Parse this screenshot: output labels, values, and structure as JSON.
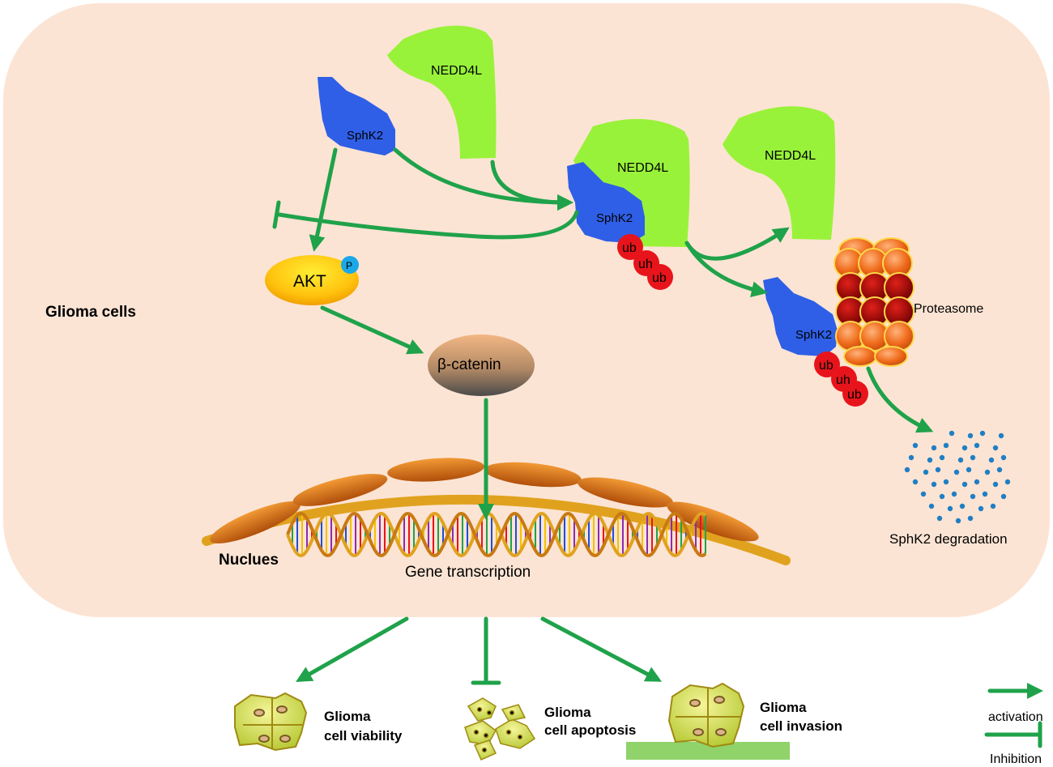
{
  "labels": {
    "glioma_cells": "Glioma cells",
    "nedd4l_top": "NEDD4L",
    "nedd4l_complex": "NEDD4L",
    "nedd4l_released": "NEDD4L",
    "sphk2_free": "SphK2",
    "sphk2_complex": "SphK2",
    "sphk2_proteasome": "SphK2",
    "akt": "AKT",
    "phospho": "P",
    "beta_catenin": "β-catenin",
    "proteasome": "Proteasome",
    "sphk2_degradation": "SphK2 degradation",
    "nucleus": "Nuclues",
    "gene_transcription": "Gene transcription",
    "ub_1": "ub",
    "ub_2": "uh",
    "ub_3": "ub",
    "ub_4": "ub",
    "ub_5": "uh",
    "ub_6": "ub",
    "outcome_viability_1": "Glioma",
    "outcome_viability_2": "cell viability",
    "outcome_apoptosis_1": "Glioma",
    "outcome_apoptosis_2": "cell apoptosis",
    "outcome_invasion_1": "Glioma",
    "outcome_invasion_2": "cell invasion"
  },
  "legend": {
    "activation": "activation",
    "inhibition": "Inhibition"
  },
  "colors": {
    "cell_bg": "#fce4d4",
    "arrow": "#1fa24a",
    "nedd4l": "#99f23a",
    "sphk2": "#2f5fe6",
    "ubiquitin": "#e8141b",
    "dots": "#1f7fc4"
  }
}
